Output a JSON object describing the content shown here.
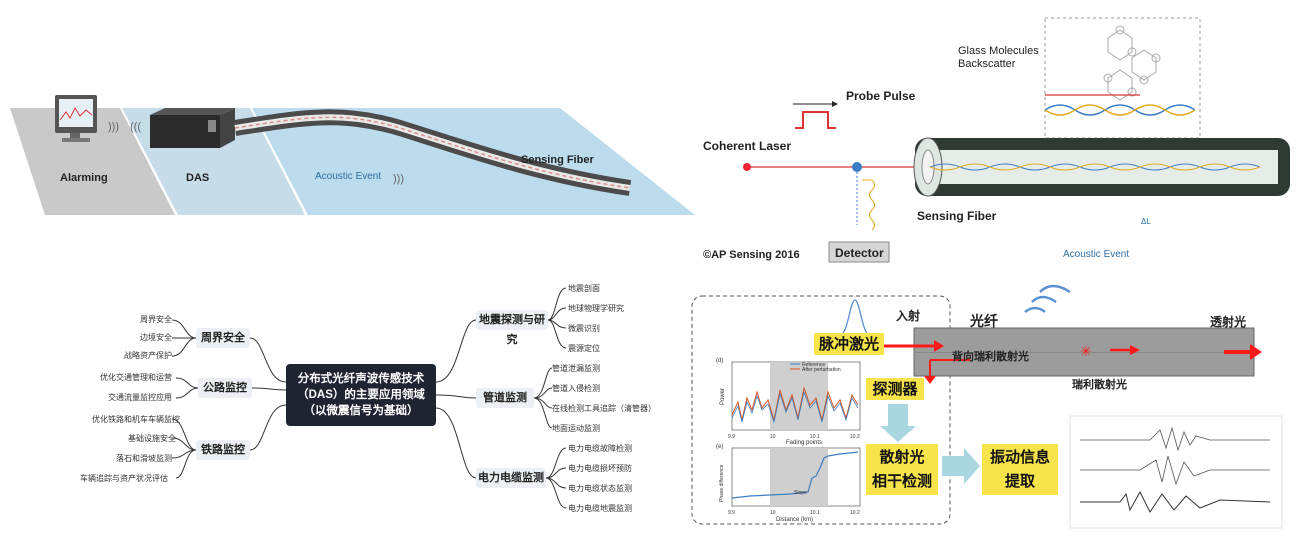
{
  "das_illustration": {
    "labels": {
      "alarming": "Alarming",
      "das": "DAS",
      "acoustic_event": "Acoustic Event",
      "sensing_fiber": "Sensing Fiber"
    }
  },
  "laser_schematic": {
    "probe_pulse": "Probe Pulse",
    "coherent_laser": "Coherent Laser",
    "glass_molecules": "Glass Molecules",
    "backscatter": "Backscatter",
    "sensing_fiber": "Sensing Fiber",
    "acoustic_event": "Acoustic Event",
    "detector": "Detector",
    "copyright": "©AP Sensing 2016",
    "delta_l": "ΔL"
  },
  "mindmap": {
    "center_lines": [
      "分布式光纤声波传感技术",
      "（DAS）的主要应用领域",
      "（以微震信号为基础）"
    ],
    "left": [
      {
        "title": "周界安全",
        "items": [
          "周界安全",
          "边境安全",
          "战略资产保护"
        ]
      },
      {
        "title": "公路监控",
        "items": [
          "优化交通管理和运营",
          "交通流量监控应用"
        ]
      },
      {
        "title": "铁路监控",
        "items": [
          "优化铁路和机车车辆监控",
          "基础设施安全",
          "落石和滑坡监测",
          "车辆追踪与资产状况评估"
        ]
      }
    ],
    "right": [
      {
        "title": "地震探测与研究",
        "items": [
          "地震剖面",
          "地球物理学研究",
          "微震识别",
          "震源定位"
        ]
      },
      {
        "title": "管道监测",
        "items": [
          "管道泄漏监测",
          "管道入侵检测",
          "在线检测工具追踪（清管器）",
          "地面运动监测"
        ]
      },
      {
        "title": "电力电缆监测",
        "items": [
          "电力电缆故障检测",
          "电力电缆损坏预防",
          "电力电缆状态监测",
          "电力电缆地震监测"
        ]
      }
    ]
  },
  "principle_diagram": {
    "pulse_laser": "脉冲激光",
    "incident": "入射",
    "fiber": "光纤",
    "transmitted": "透射光",
    "backscatter": "背向瑞利散射光",
    "rayleigh": "瑞利散射光",
    "detector": "探测器",
    "coherent_detect_lines": [
      "散射光",
      "相干检测"
    ],
    "vibration_lines": [
      "振动信息",
      "提取"
    ],
    "plot_d": {
      "panel": "(d)",
      "ylabel": "Power",
      "legend": [
        "Reference",
        "After perturbation"
      ],
      "annotation": "Fading points",
      "xticks": [
        "9.9",
        "10",
        "10.1",
        "10.2"
      ]
    },
    "plot_e": {
      "panel": "(e)",
      "ylabel": "Phase difference",
      "annotation": "Slope",
      "xticks": [
        "9.9",
        "10",
        "10.1",
        "10.2"
      ],
      "xlabel": "Distance (km)"
    }
  }
}
